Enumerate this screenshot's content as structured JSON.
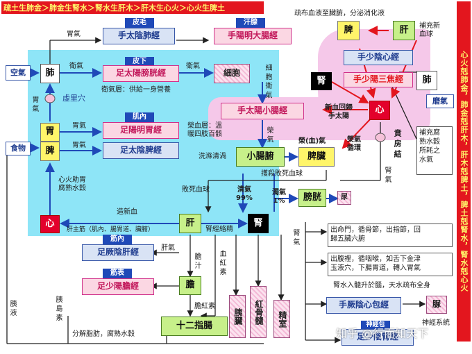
{
  "top_banner": "疏土生肺金＞肺金生腎水＞腎水生肝木＞肝木生心火＞心火生脾土",
  "top_right_note": "疏布血液至臟腑，分泌消化液",
  "right_vertical_banner": "心火剋肺金，肺金剋肝木，肝木剋脾土，脾土剋腎水，腎水剋心火",
  "tags": {
    "pimao": "皮毛",
    "hanxian": "汗腺",
    "pixia": "皮下",
    "jirou": "肌內",
    "jinnei": "筋內",
    "jinbiao": "筋表",
    "shenjing_chuang": "神經包"
  },
  "meridians": {
    "fei": "手太陰肺經",
    "dachang": "手陽明大腸經",
    "pangguang": "足太陽膀胱經",
    "xiaochang": "手太陽小腸經",
    "wei": "足陽明胃經",
    "pi": "足太陰脾經",
    "xin": "手少陰心經",
    "sanjiao": "手少陽三焦經",
    "gan": "足厥陰肝經",
    "dan": "足少陽膽經",
    "xinbao": "手厥陰心包經",
    "shen": "足少陰腎經"
  },
  "organs": {
    "fei": "肺",
    "wei": "胃",
    "pi": "脾",
    "xin": "心",
    "xibao": "細胞",
    "xiaochangfu": "小腸腑",
    "pizang": "脾臟",
    "pangguang": "膀胱",
    "gan": "肝",
    "shen": "腎",
    "dan": "膽",
    "shierzhichang": "十二指腸",
    "yizang": "胰臟",
    "honggusui": "紅骨髓",
    "jingshi": "精室",
    "pi_top": "脾",
    "gan_top": "肝",
    "shen_top": "腎",
    "xin_red": "心",
    "fei_right": "肺",
    "xinbao_box": "脲",
    "niao": "尿"
  },
  "inputs": {
    "kongqi": "空氣",
    "shiwu": "食物",
    "moqi": "磨氣"
  },
  "labels": {
    "weiqi_top": "胃氣",
    "weiqi_left": "胃\n氣",
    "weiqi_mid": "胃氣",
    "weiqi_mid2": "胃氣",
    "weiqi_fei": "衛氣",
    "weiqi_fei2": "衛氣",
    "xuliqu": "虛里穴",
    "weiqiceng": "衛氣層：供給一身營養",
    "xibao_weiqi": "細\n胞\n衛\n氣",
    "rongxueceng": "榮血層：溫\n暖四肢百骸",
    "rongqi": "榮\n氣",
    "xixie": "洗滌清渦",
    "xinxue_huixun": "新血回歸\n手太陽",
    "rong_xueqi": "榮(血)氣",
    "rongqi_xunhuan": "榮氣\n循環",
    "shenqi": "腎\n氣",
    "baifang": "賁\n房\n結",
    "buchong": "補充腐\n熟水穀\n所耗之\n水氣",
    "buchong_xin": "補充新\n血球",
    "pohuai_xueqiu": "擭殺敗死血球",
    "baisi_xueqiu": "敗死血球",
    "qingqi": "清氣\n99%",
    "zhuoqi": "濁氣\n1%",
    "xinhuo": "心火助胃\n腐熟水穀",
    "zaoxinxue": "造新血",
    "ganzhujin": "肝主筋（肌內、腸胃道、臟腑）",
    "shenjing_mai": "腎經絡精",
    "ganqi": "肝氣",
    "danzhi": "膽\n汁",
    "xuehongsu": "血\n紅\n素",
    "danhongsu": "膽紅素",
    "fenjie": "分解脂肪，腐熟水穀",
    "yiye": "胰\n液",
    "yidaosu": "胰\n島\n素",
    "shenqi2": "腎\n氣",
    "menmen": "出命門，循骨節，出指節，回\n歸五臟六腑",
    "fuhou": "出腹裡，循咽喉，如舌下金津\n玉液穴，下腸胃道，轉入胃氣",
    "shenshui": "腎水入髓升於腦，天水疏布全身",
    "shenjing_xitong": "神經系統",
    "watermark": "知乎 @行而知天下"
  }
}
